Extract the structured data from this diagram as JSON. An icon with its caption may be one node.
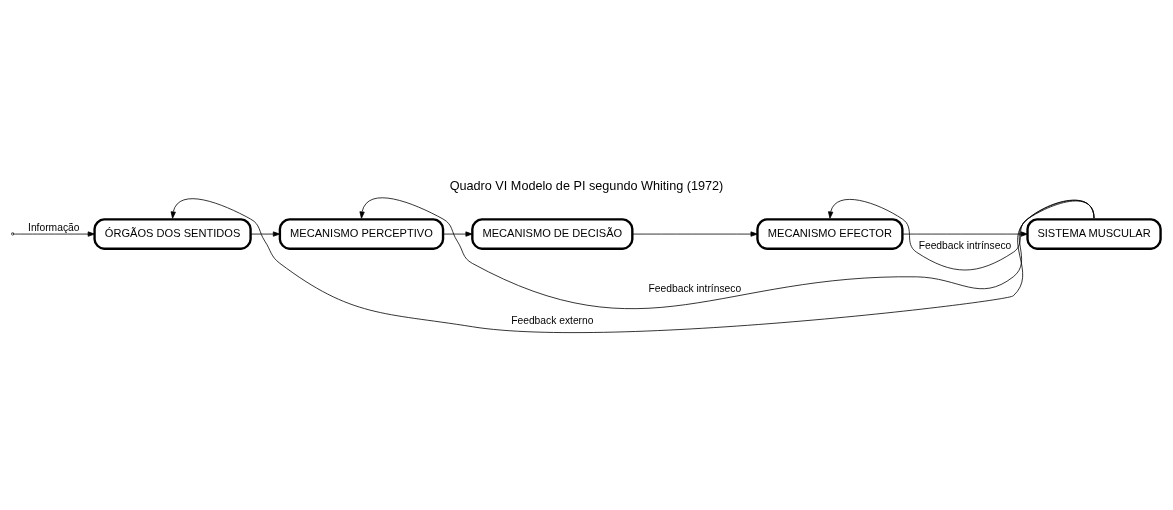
{
  "diagram": {
    "title": "Quadro VI Modelo de PI segundo Whiting (1972)",
    "nodes": [
      {
        "text": [
          "ÓRGÃOS DOS SENTIDOS"
        ]
      },
      {
        "text": [
          "MECANISMO PERCEPTIVO"
        ]
      },
      {
        "text": [
          "MECANISMO DE DECISÃO"
        ]
      },
      {
        "text": [
          "MECANISMO EFECTOR"
        ]
      },
      {
        "text": [
          "SISTEMA MUSCULAR"
        ]
      }
    ],
    "edges": [
      {
        "from": null,
        "to": 0,
        "arrow": "to",
        "label": "Informação"
      },
      {
        "from": 0,
        "to": 1,
        "arrow": "to"
      },
      {
        "from": 1,
        "to": 2,
        "arrow": "to"
      },
      {
        "from": 2,
        "to": 3,
        "arrow": "to"
      },
      {
        "from": 3,
        "to": 4,
        "arrow": "to"
      },
      {
        "from": 4,
        "to": 0,
        "arrow": "to",
        "label": "Feedback externo"
      },
      {
        "from": 4,
        "to": 1,
        "arrow": "to",
        "label": "Feedback intrínseco"
      },
      {
        "from": 4,
        "to": 3,
        "arrow": "to",
        "label": "Feedback intrínseco"
      }
    ]
  }
}
